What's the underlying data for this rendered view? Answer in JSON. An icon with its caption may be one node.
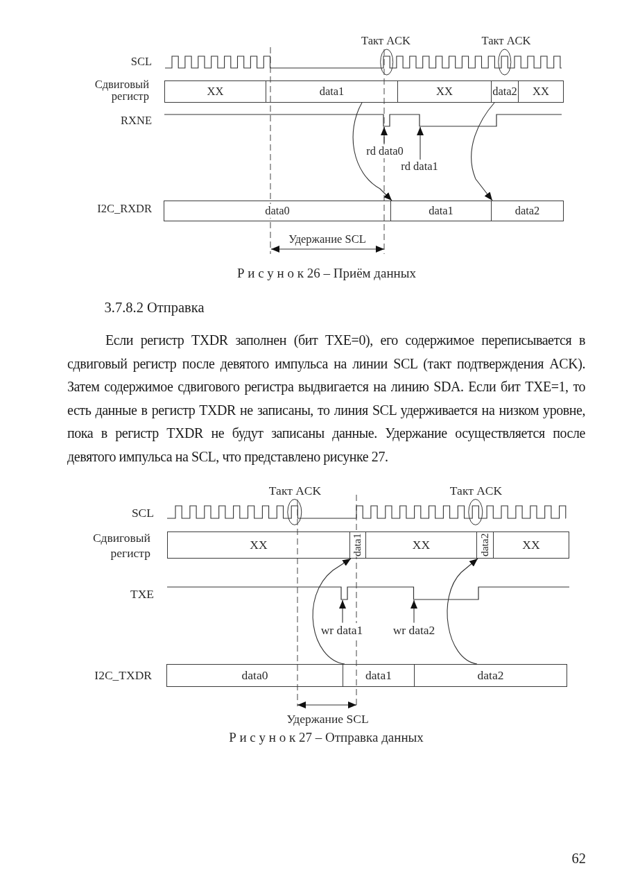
{
  "diagram": {
    "nodes": [
      {
        "text": [
          "XX"
        ]
      },
      {
        "text": [
          "data1"
        ]
      },
      {
        "text": [
          "XX"
        ]
      },
      {
        "text": [
          "data2"
        ]
      },
      {
        "text": [
          "XX"
        ]
      },
      {
        "text": [
          "rd data0"
        ]
      },
      {
        "text": [
          "rd data1"
        ]
      },
      {
        "text": [
          "data0"
        ]
      },
      {
        "text": [
          "data1"
        ]
      },
      {
        "text": [
          "data2"
        ]
      },
      {
        "text": [
          "XX"
        ]
      },
      {
        "text": [
          "data1"
        ]
      },
      {
        "text": [
          "XX"
        ]
      },
      {
        "text": [
          "data2"
        ]
      },
      {
        "text": [
          "XX"
        ]
      },
      {
        "text": [
          "wr data1"
        ]
      },
      {
        "text": [
          "wr data2"
        ]
      },
      {
        "text": [
          "data0"
        ]
      },
      {
        "text": [
          "data1"
        ]
      },
      {
        "text": [
          "data2"
        ]
      }
    ],
    "edges": [
      {
        "from": 1,
        "to": 8,
        "arrow": "to"
      },
      {
        "from": 3,
        "to": 9,
        "arrow": "to"
      },
      {
        "from": 5,
        "to": null,
        "arrow": "to"
      },
      {
        "from": 6,
        "to": null,
        "arrow": "to"
      },
      {
        "from": 18,
        "to": 11,
        "arrow": "to"
      },
      {
        "from": 19,
        "to": 13,
        "arrow": "to"
      },
      {
        "from": 15,
        "to": null,
        "arrow": "to"
      },
      {
        "from": 16,
        "to": null,
        "arrow": "to"
      }
    ],
    "labels": [
      "Такт ACK",
      "Такт ACK",
      "SCL",
      "Сдвиговый регистр",
      "RXNE",
      "I2C_RXDR",
      "Удержание SCL",
      "Р и с у н о к 26 – Приём данных",
      "3.7.8.2 Отправка",
      "Если регистр TXDR заполнен (бит TXE=0), его содержимое переписывается в сдвиговый регистр после девятого импульса на линии SCL (такт подтверждения ACK). Затем содержимое сдвигового регистра выдвигается на линию SDA. Если бит TXE=1, то есть данные в регистр TXDR не записаны, то линия SCL удерживается на низком уровне, пока в регистр TXDR не будут записаны данные. Удержание осуществляется после девятого импульса на SCL, что представлено рисунке 27.",
      "Такт ACK",
      "Такт ACK",
      "SCL",
      "Сдвиговый регистр",
      "TXE",
      "I2C_TXDR",
      "Удержание SCL",
      "Р и с у н о к 27 – Отправка данных",
      "62"
    ]
  }
}
